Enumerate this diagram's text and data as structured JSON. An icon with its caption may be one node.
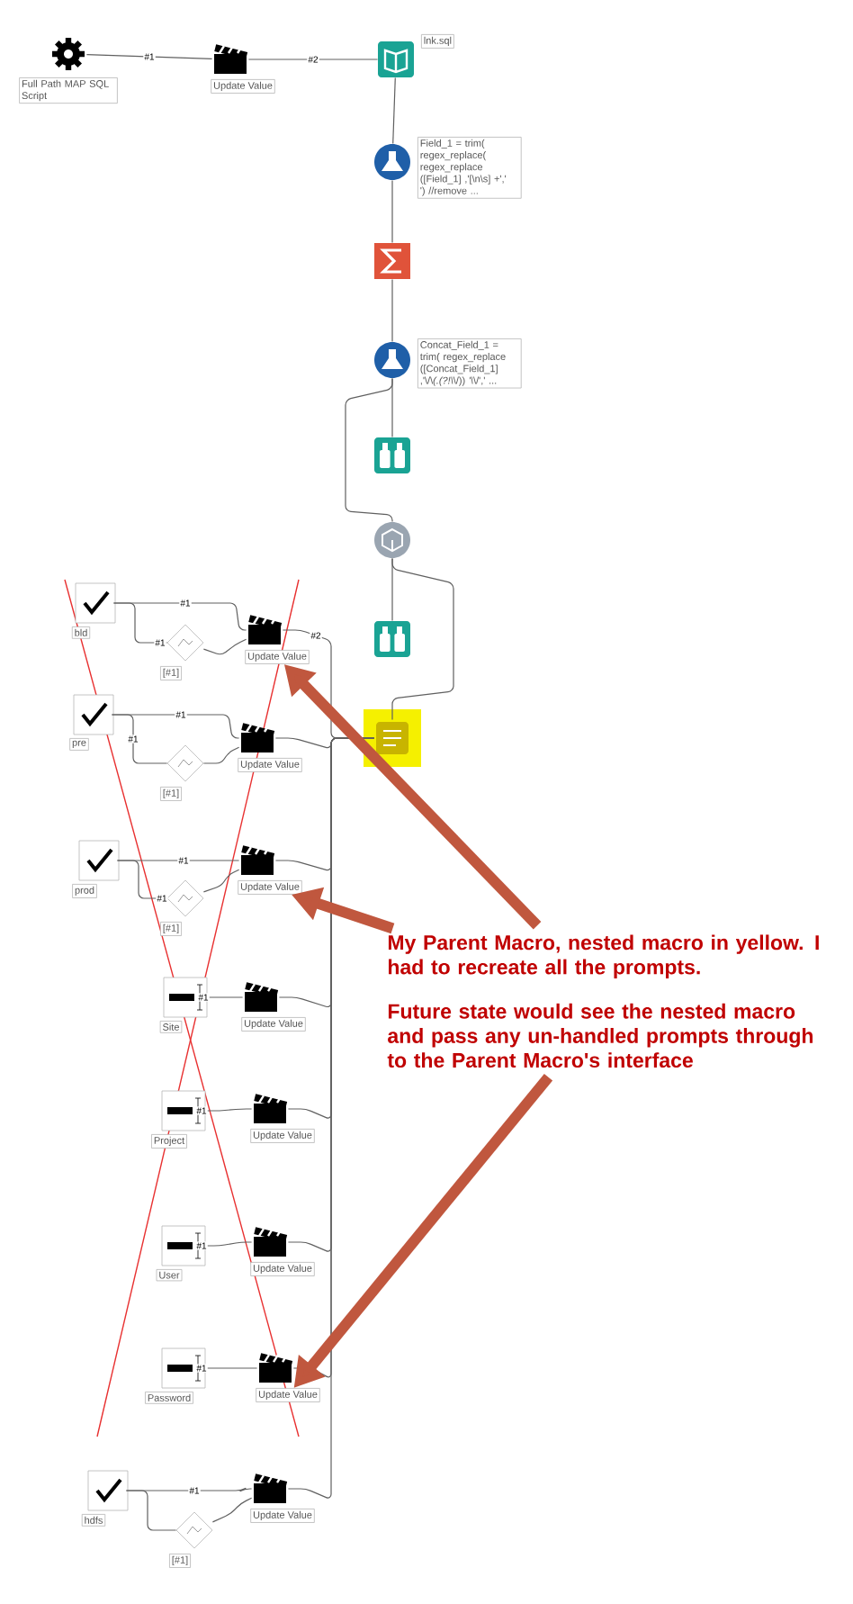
{
  "diagram": {
    "nodes": [
      {
        "text": [
          "Full Path MAP SQL Script"
        ]
      },
      {
        "text": [
          "Update Value"
        ]
      },
      {
        "text": [
          "lnk.sql"
        ]
      },
      {
        "text": [
          "Field_1 = trim( regex_replace( regex_replace ([Field_1] ,'[\\n\\s] +',' ') //remove ..."
        ]
      },
      {
        "text": [],
        "shape": "sigma"
      },
      {
        "text": [
          "Concat_Field_1 = trim( regex_replace ([Concat_Field_1] ,'\\/\\*(.(?!\\*\\/)) *'\\*\\/',' ..."
        ]
      },
      {
        "text": [],
        "shape": "binoculars"
      },
      {
        "text": [],
        "shape": "circle"
      },
      {
        "text": [],
        "shape": "binoculars"
      },
      {
        "text": [],
        "shape": "box"
      },
      {
        "text": [
          "bld"
        ]
      },
      {
        "text": [
          "[#1]"
        ]
      },
      {
        "text": [
          "Update Value"
        ]
      },
      {
        "text": [
          "pre"
        ]
      },
      {
        "text": [
          "[#1]"
        ]
      },
      {
        "text": [
          "Update Value"
        ]
      },
      {
        "text": [
          "prod"
        ]
      },
      {
        "text": [
          "[#1]"
        ]
      },
      {
        "text": [
          "Update Value"
        ]
      },
      {
        "text": [
          "Site"
        ]
      },
      {
        "text": [
          "Update Value"
        ]
      },
      {
        "text": [
          "Project"
        ]
      },
      {
        "text": [
          "Update Value"
        ]
      },
      {
        "text": [
          "User"
        ]
      },
      {
        "text": [
          "Update Value"
        ]
      },
      {
        "text": [
          "Password"
        ]
      },
      {
        "text": [
          "Update Value"
        ]
      },
      {
        "text": [
          "hdfs"
        ]
      },
      {
        "text": [
          "[#1]"
        ]
      },
      {
        "text": [
          "Update Value"
        ]
      },
      {
        "text": [
          "My Parent Macro, nested macro in yellow.  I had to recreate all the prompts.",
          "Future state would see the nested macro and pass any un-handled prompts through to the Parent Macro's interface"
        ]
      }
    ],
    "edges": [
      {
        "from": 0,
        "to": 1,
        "arrow": "none",
        "label": "#1"
      },
      {
        "from": 1,
        "to": 2,
        "arrow": "none",
        "label": "#2"
      },
      {
        "from": 2,
        "to": 3,
        "arrow": "none"
      },
      {
        "from": 3,
        "to": 4,
        "arrow": "none"
      },
      {
        "from": 4,
        "to": 5,
        "arrow": "none"
      },
      {
        "from": 5,
        "to": 6,
        "arrow": "none"
      },
      {
        "from": 5,
        "to": 7,
        "arrow": "none"
      },
      {
        "from": 7,
        "to": 8,
        "arrow": "none"
      },
      {
        "from": 7,
        "to": 9,
        "arrow": "none"
      },
      {
        "from": 10,
        "to": 12,
        "arrow": "none",
        "label": "#1"
      },
      {
        "from": 10,
        "to": 11,
        "arrow": "none",
        "label": "#1"
      },
      {
        "from": 11,
        "to": 12,
        "arrow": "none"
      },
      {
        "from": 12,
        "to": 9,
        "arrow": "none",
        "label": "#2"
      },
      {
        "from": 13,
        "to": 15,
        "arrow": "none",
        "label": "#1"
      },
      {
        "from": 13,
        "to": 14,
        "arrow": "none",
        "label": "#1"
      },
      {
        "from": 14,
        "to": 15,
        "arrow": "none"
      },
      {
        "from": 15,
        "to": 9,
        "arrow": "none"
      },
      {
        "from": 16,
        "to": 18,
        "arrow": "none",
        "label": "#1"
      },
      {
        "from": 16,
        "to": 17,
        "arrow": "none",
        "label": "#1"
      },
      {
        "from": 17,
        "to": 18,
        "arrow": "none"
      },
      {
        "from": 18,
        "to": 9,
        "arrow": "none"
      },
      {
        "from": 19,
        "to": 20,
        "arrow": "none",
        "label": "#1"
      },
      {
        "from": 20,
        "to": 9,
        "arrow": "none"
      },
      {
        "from": 21,
        "to": 22,
        "arrow": "none",
        "label": "#1"
      },
      {
        "from": 22,
        "to": 9,
        "arrow": "none"
      },
      {
        "from": 23,
        "to": 24,
        "arrow": "none",
        "label": "#1"
      },
      {
        "from": 24,
        "to": 9,
        "arrow": "none"
      },
      {
        "from": 25,
        "to": 26,
        "arrow": "none",
        "label": "#1"
      },
      {
        "from": 26,
        "to": 9,
        "arrow": "none"
      },
      {
        "from": 27,
        "to": 29,
        "arrow": "none",
        "label": "#1"
      },
      {
        "from": 27,
        "to": 28,
        "arrow": "none"
      },
      {
        "from": 28,
        "to": 29,
        "arrow": "none"
      },
      {
        "from": 29,
        "to": 9,
        "arrow": "none"
      },
      {
        "from": 30,
        "to": 12,
        "arrow": "to",
        "style": "thick",
        "color": "#c0573e"
      },
      {
        "from": 30,
        "to": 18,
        "arrow": "to",
        "style": "thick",
        "color": "#c0573e"
      },
      {
        "from": 30,
        "to": 26,
        "arrow": "to",
        "style": "thick",
        "color": "#c0573e"
      }
    ]
  }
}
